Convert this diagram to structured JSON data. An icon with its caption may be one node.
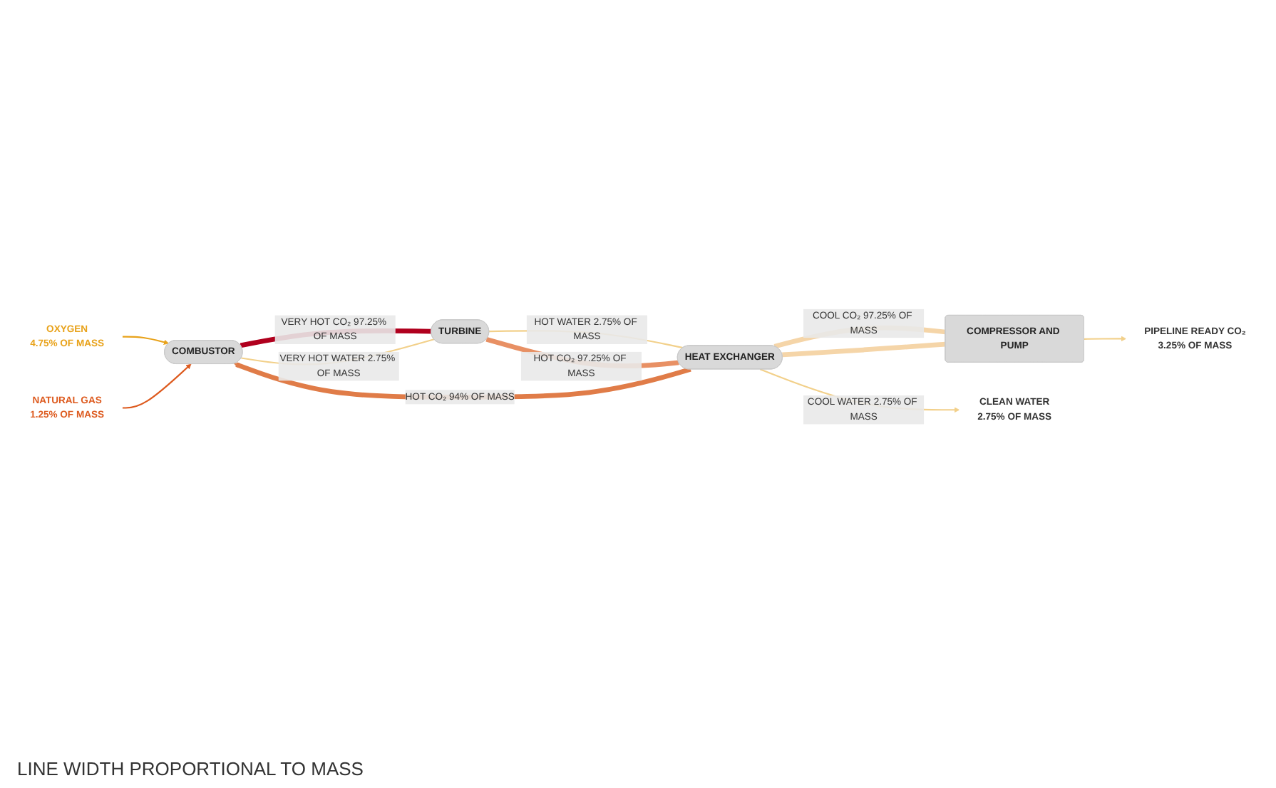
{
  "diagram": {
    "nodes": [
      {
        "text": [
          "OXYGEN",
          "4.75% OF MASS"
        ]
      },
      {
        "text": [
          "NATURAL GAS",
          "1.25% OF MASS"
        ]
      },
      {
        "text": [
          "COMBUSTOR"
        ]
      },
      {
        "text": [
          "TURBINE"
        ]
      },
      {
        "text": [
          "HEAT EXCHANGER"
        ]
      },
      {
        "text": [
          "COMPRESSOR AND PUMP"
        ]
      },
      {
        "text": [
          "CLEAN WATER",
          "2.75% OF MASS"
        ]
      },
      {
        "text": [
          "PIPELINE READY CO₂",
          "3.25% OF MASS"
        ]
      }
    ],
    "edges": [
      {
        "from": 0,
        "to": 2,
        "arrow": "to",
        "color": "#e8a21a"
      },
      {
        "from": 1,
        "to": 2,
        "arrow": "to",
        "color": "#dd5a1e"
      },
      {
        "from": 2,
        "to": 3,
        "arrow": "none",
        "label": "VERY HOT CO₂ 97.25% OF MASS",
        "style": "thick",
        "color": "#b0001e"
      },
      {
        "from": 2,
        "to": 3,
        "arrow": "none",
        "label": "VERY HOT WATER 2.75% OF MASS",
        "color": "#f2d08a"
      },
      {
        "from": 3,
        "to": 4,
        "arrow": "none",
        "label": "HOT WATER 2.75% OF MASS",
        "color": "#f2d08a"
      },
      {
        "from": 4,
        "to": 6,
        "arrow": "to",
        "label": "COOL WATER 2.75% OF MASS",
        "color": "#f2d08a"
      },
      {
        "from": 3,
        "to": 4,
        "arrow": "none",
        "label": "HOT CO₂ 97.25% OF MASS",
        "style": "thick",
        "color": "#e89064"
      },
      {
        "from": 4,
        "to": 5,
        "arrow": "none",
        "label": "COOL CO₂ 97.25% OF MASS",
        "style": "thick",
        "color": "#f5d5a8"
      },
      {
        "from": 5,
        "to": 4,
        "arrow": "none",
        "style": "thick",
        "color": "#f5d5a8"
      },
      {
        "from": 4,
        "to": 2,
        "arrow": "to",
        "label": "HOT CO₂ 94% OF MASS",
        "style": "thick",
        "color": "#e07c48"
      },
      {
        "from": 5,
        "to": 7,
        "arrow": "to",
        "color": "#f2d08a"
      }
    ],
    "labels": [
      "LINE WIDTH PROPORTIONAL TO MASS"
    ]
  }
}
